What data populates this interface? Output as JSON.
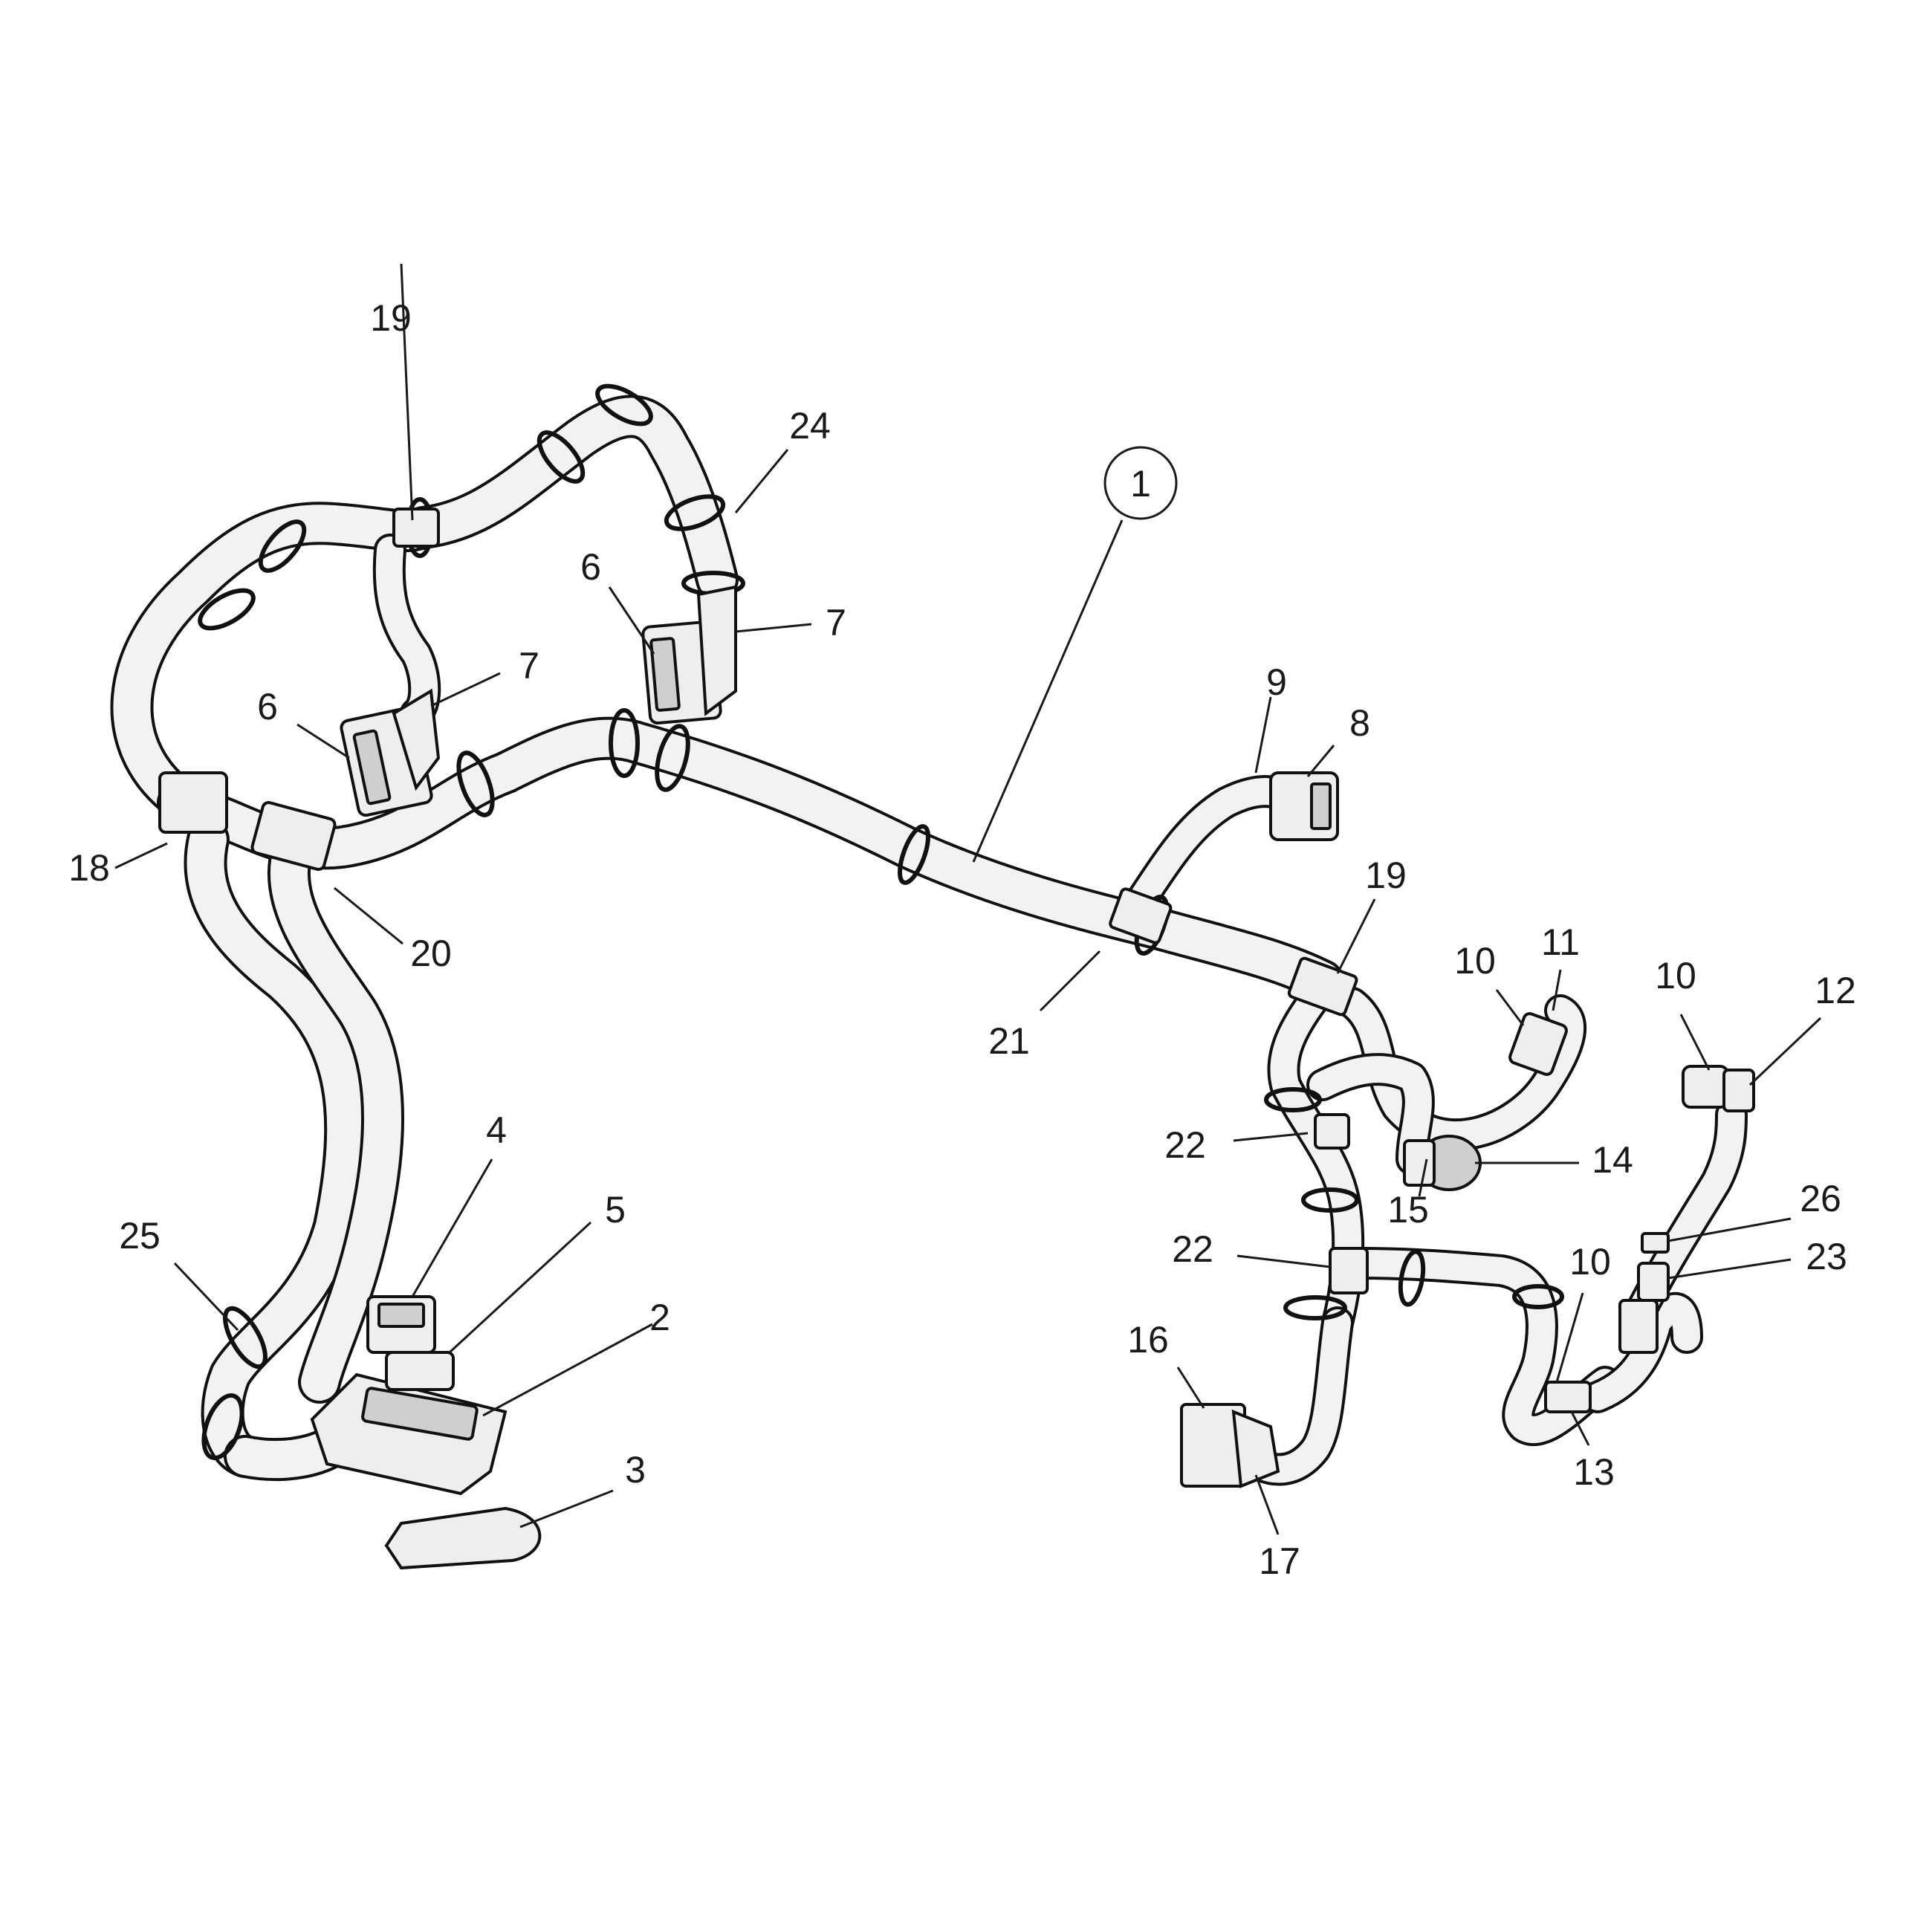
{
  "diagram": {
    "type": "wiring-harness-exploded-view",
    "callouts": [
      {
        "id": "c1a",
        "label": "1",
        "circled": true
      },
      {
        "id": "c2",
        "label": "2"
      },
      {
        "id": "c3",
        "label": "3"
      },
      {
        "id": "c4",
        "label": "4"
      },
      {
        "id": "c5",
        "label": "5"
      },
      {
        "id": "c6a",
        "label": "6"
      },
      {
        "id": "c6b",
        "label": "6"
      },
      {
        "id": "c7a",
        "label": "7"
      },
      {
        "id": "c7b",
        "label": "7"
      },
      {
        "id": "c8",
        "label": "8"
      },
      {
        "id": "c9",
        "label": "9"
      },
      {
        "id": "c10a",
        "label": "10"
      },
      {
        "id": "c10b",
        "label": "10"
      },
      {
        "id": "c10c",
        "label": "10"
      },
      {
        "id": "c11",
        "label": "11"
      },
      {
        "id": "c12",
        "label": "12"
      },
      {
        "id": "c13",
        "label": "13"
      },
      {
        "id": "c14",
        "label": "14"
      },
      {
        "id": "c15",
        "label": "15"
      },
      {
        "id": "c16",
        "label": "16"
      },
      {
        "id": "c17",
        "label": "17"
      },
      {
        "id": "c18",
        "label": "18"
      },
      {
        "id": "c19a",
        "label": "19"
      },
      {
        "id": "c19b",
        "label": "19"
      },
      {
        "id": "c20",
        "label": "20"
      },
      {
        "id": "c21",
        "label": "21"
      },
      {
        "id": "c22a",
        "label": "22"
      },
      {
        "id": "c22b",
        "label": "22"
      },
      {
        "id": "c23",
        "label": "23"
      },
      {
        "id": "c24",
        "label": "24"
      },
      {
        "id": "c25",
        "label": "25"
      },
      {
        "id": "c26",
        "label": "26"
      }
    ]
  }
}
